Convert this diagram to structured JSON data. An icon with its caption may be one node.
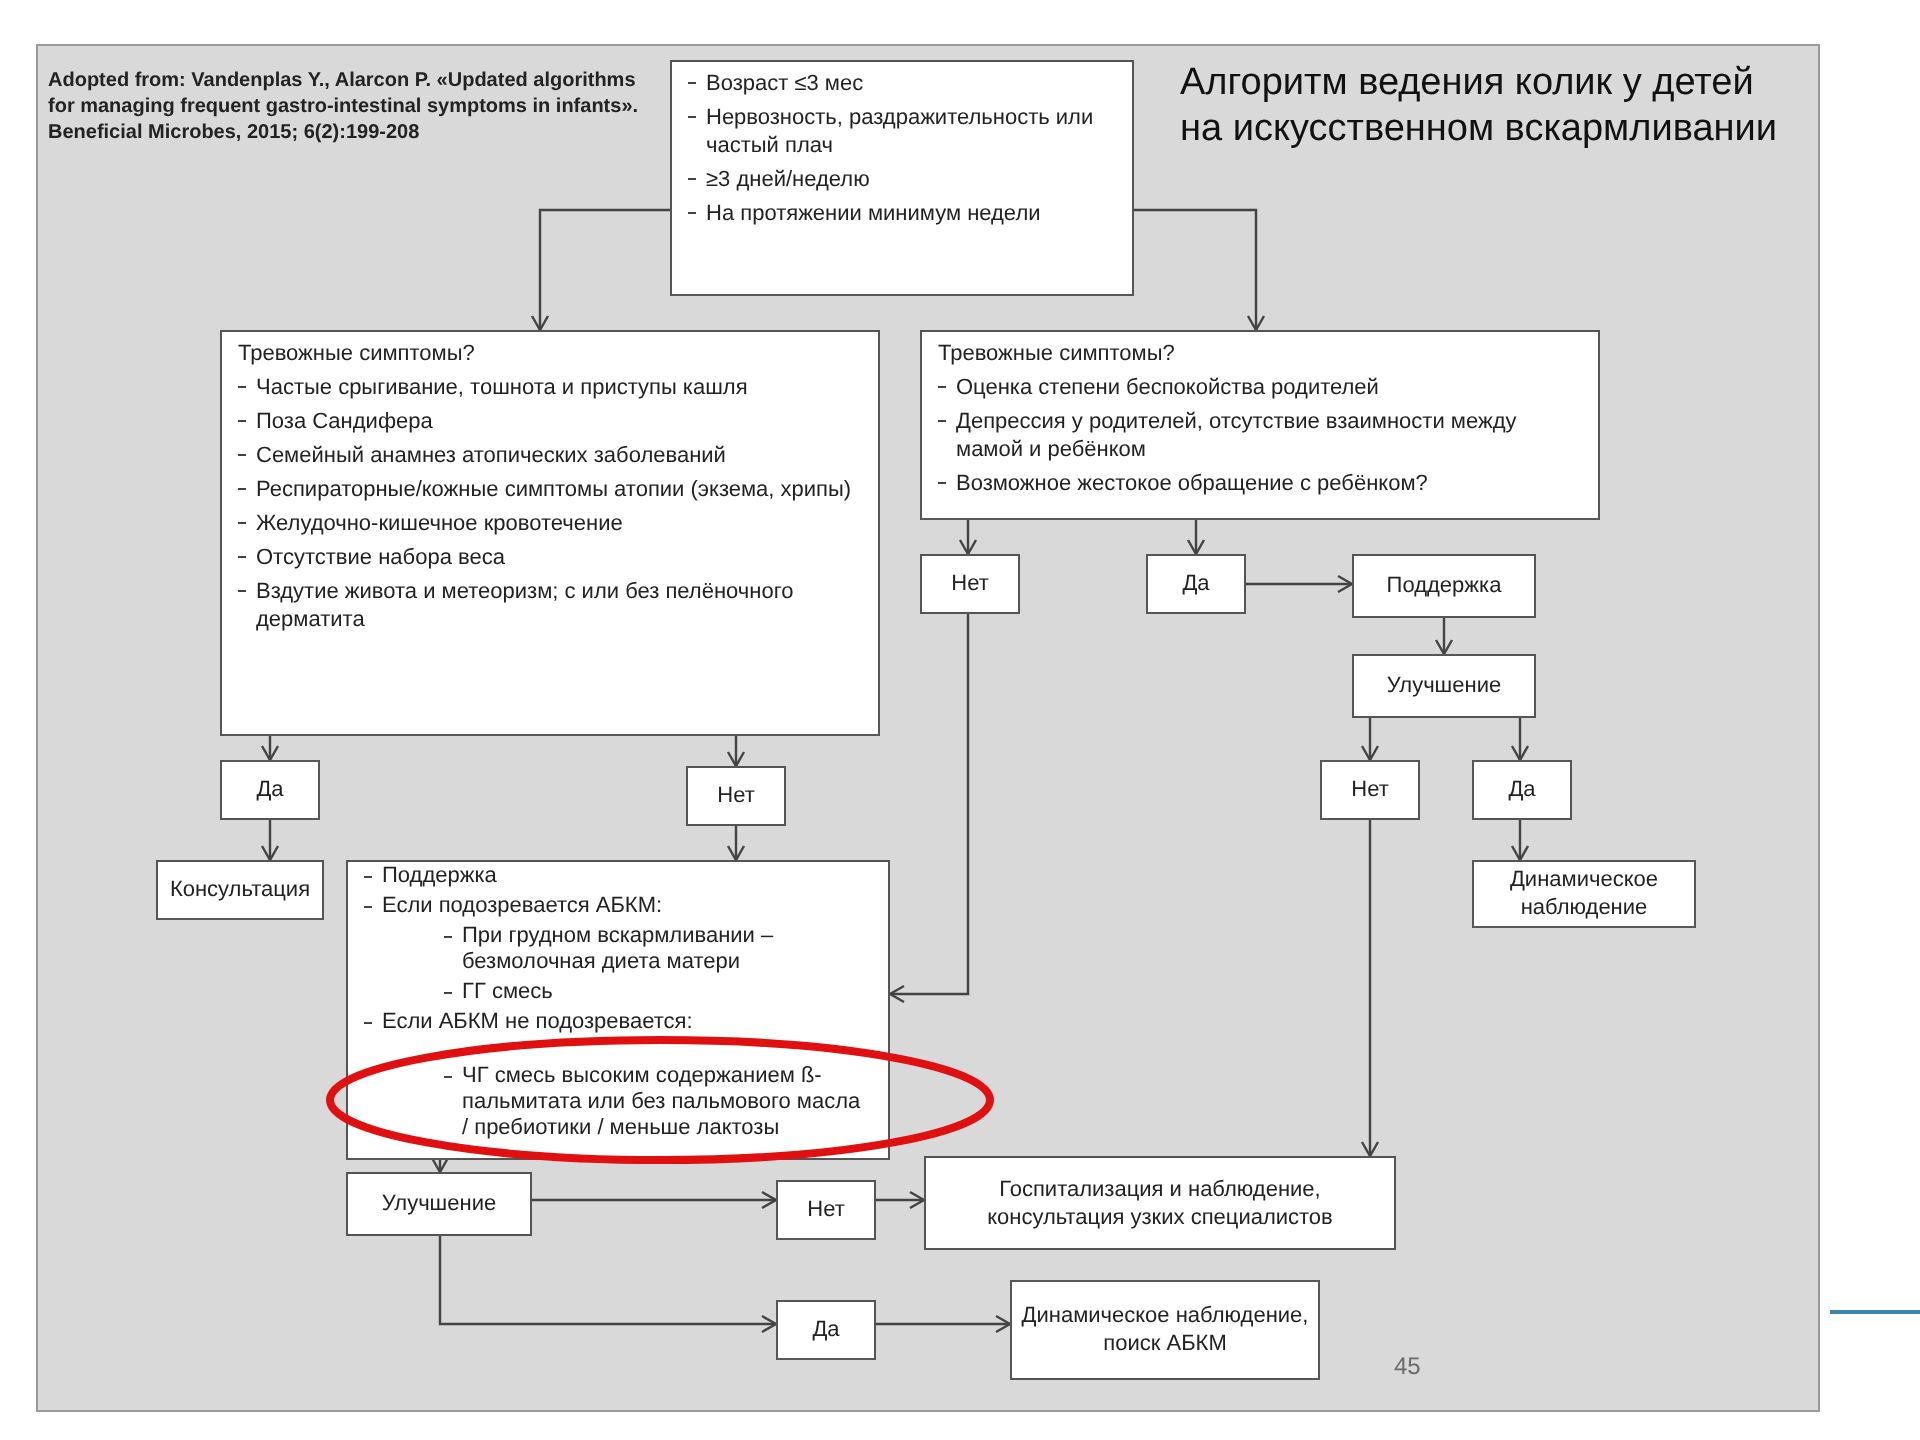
{
  "diagram": {
    "title": "Алгоритм ведения колик у детей на искусственном вскармливании",
    "nodes": [
      {
        "text": [
          "Возраст ≤3 мес",
          "Нервозность, раздражительность или частый плач",
          "≥3 дней/неделю",
          "На протяжении минимум недели"
        ]
      },
      {
        "text": [
          "Тревожные симптомы?",
          "Частые срыгивание, тошнота и приступы кашля",
          "Поза Сандифера",
          "Семейный анамнез атопических заболеваний",
          "Респираторные/кожные симптомы атопии (экзема, хрипы)",
          "Желудочно-кишечное кровотечение",
          "Отсутствие набора веса",
          "Вздутие живота и метеоризм; с или без пелёночного дерматита"
        ]
      },
      {
        "text": [
          "Тревожные симптомы?",
          "Оценка степени беспокойства родителей",
          "Депрессия у родителей, отсутствие взаимности между мамой и ребёнком",
          "Возможное жестокое обращение с ребёнком?"
        ]
      },
      {
        "text": [
          "Да"
        ]
      },
      {
        "text": [
          "Нет"
        ]
      },
      {
        "text": [
          "Консультация"
        ]
      },
      {
        "text": [
          "Поддержка",
          "Если подозревается АБКМ:",
          "При грудном вскармливании – безмолочная диета матери",
          "ГГ смесь",
          "Если АБКМ не подозревается:",
          "ЧГ смесь высоким содержанием ß-пальмитата или без пальмового масла / пребиотики / меньше лактозы"
        ]
      },
      {
        "text": [
          "Нет"
        ]
      },
      {
        "text": [
          "Да"
        ]
      },
      {
        "text": [
          "Поддержка"
        ]
      },
      {
        "text": [
          "Улучшение"
        ]
      },
      {
        "text": [
          "Нет"
        ]
      },
      {
        "text": [
          "Да"
        ]
      },
      {
        "text": [
          "Динамическое наблюдение"
        ]
      },
      {
        "text": [
          "Улучшение"
        ]
      },
      {
        "text": [
          "Нет"
        ]
      },
      {
        "text": [
          "Госпитализация и наблюдение, консультация узких специалистов"
        ]
      },
      {
        "text": [
          "Да"
        ]
      },
      {
        "text": [
          "Динамическое наблюдение, поиск АБКМ"
        ]
      }
    ],
    "edges": [
      {
        "from": 0,
        "to": 1,
        "arrow": "to"
      },
      {
        "from": 0,
        "to": 2,
        "arrow": "to"
      },
      {
        "from": 1,
        "to": 3,
        "arrow": "to"
      },
      {
        "from": 1,
        "to": 4,
        "arrow": "to"
      },
      {
        "from": 3,
        "to": 5,
        "arrow": "to"
      },
      {
        "from": 4,
        "to": 6,
        "arrow": "to"
      },
      {
        "from": 2,
        "to": 7,
        "arrow": "to"
      },
      {
        "from": 2,
        "to": 8,
        "arrow": "to"
      },
      {
        "from": 8,
        "to": 9,
        "arrow": "to"
      },
      {
        "from": 9,
        "to": 10,
        "arrow": "to"
      },
      {
        "from": 10,
        "to": 11,
        "arrow": "to"
      },
      {
        "from": 10,
        "to": 12,
        "arrow": "to"
      },
      {
        "from": 12,
        "to": 13,
        "arrow": "to"
      },
      {
        "from": 7,
        "to": 6,
        "arrow": "to"
      },
      {
        "from": 6,
        "to": 14,
        "arrow": "to"
      },
      {
        "from": 14,
        "to": 15,
        "arrow": "to"
      },
      {
        "from": 15,
        "to": 16,
        "arrow": "to"
      },
      {
        "from": 11,
        "to": 16,
        "arrow": "to"
      },
      {
        "from": 14,
        "to": 17,
        "arrow": "to"
      },
      {
        "from": 17,
        "to": 18,
        "arrow": "to"
      }
    ],
    "labels": [
      "Adopted from: Vandenplas Y., Alarcon P. «Updated algorithms for managing frequent gastro-intestinal symptoms in infants». Beneficial Microbes, 2015; 6(2):199-208",
      "45"
    ]
  }
}
